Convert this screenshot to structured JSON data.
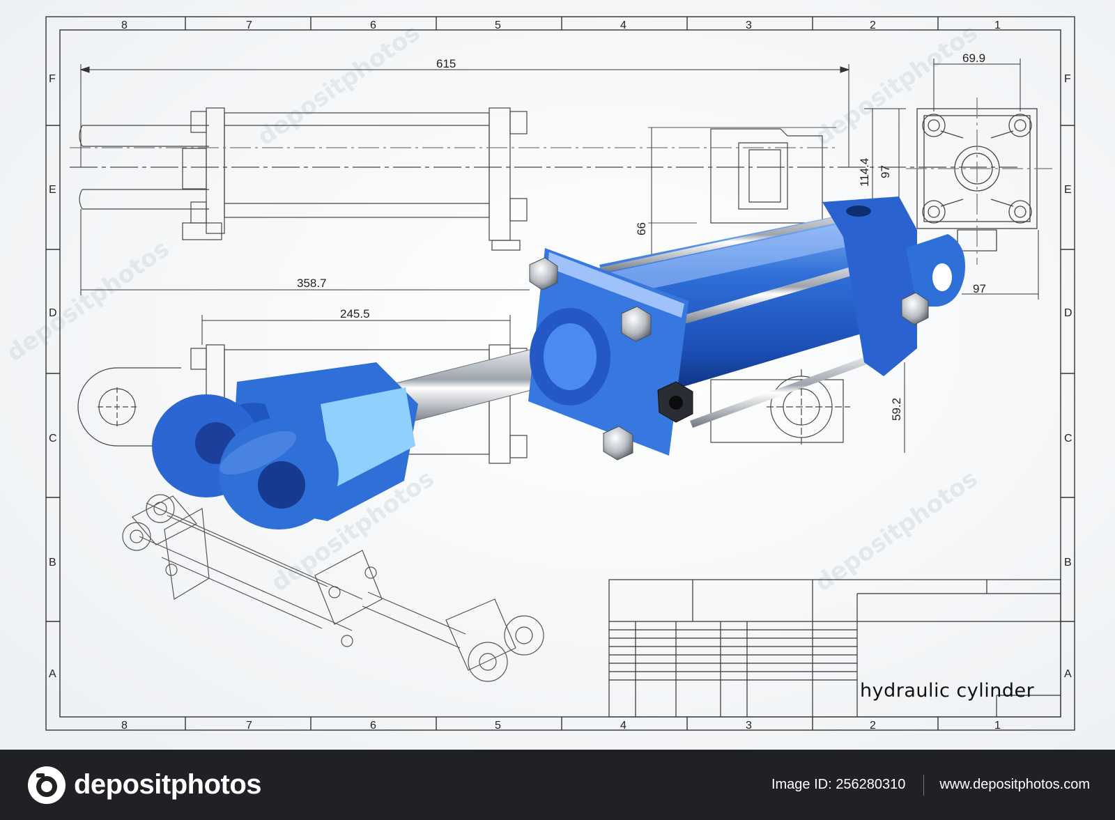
{
  "drawing": {
    "zones_columns": [
      "8",
      "7",
      "6",
      "5",
      "4",
      "3",
      "2",
      "1"
    ],
    "zones_rows": [
      "F",
      "E",
      "D",
      "C",
      "B",
      "A"
    ],
    "dimensions": {
      "d615": "615",
      "d69_9": "69.9",
      "d114_4": "114.4",
      "d97_v": "97",
      "d66": "66",
      "d358_7": "358.7",
      "d97_h": "97",
      "d245_5": "245.5",
      "d59_2": "59.2"
    },
    "title_block": {
      "title": "hydraulic cylinder"
    },
    "colors": {
      "cylinder_blue": "#2f6fd8",
      "chrome": "#c9cdd3",
      "line": "#333333"
    }
  },
  "footer": {
    "brand": "depositphotos",
    "image_id": "Image ID: 256280310",
    "url": "www.depositphotos.com"
  }
}
